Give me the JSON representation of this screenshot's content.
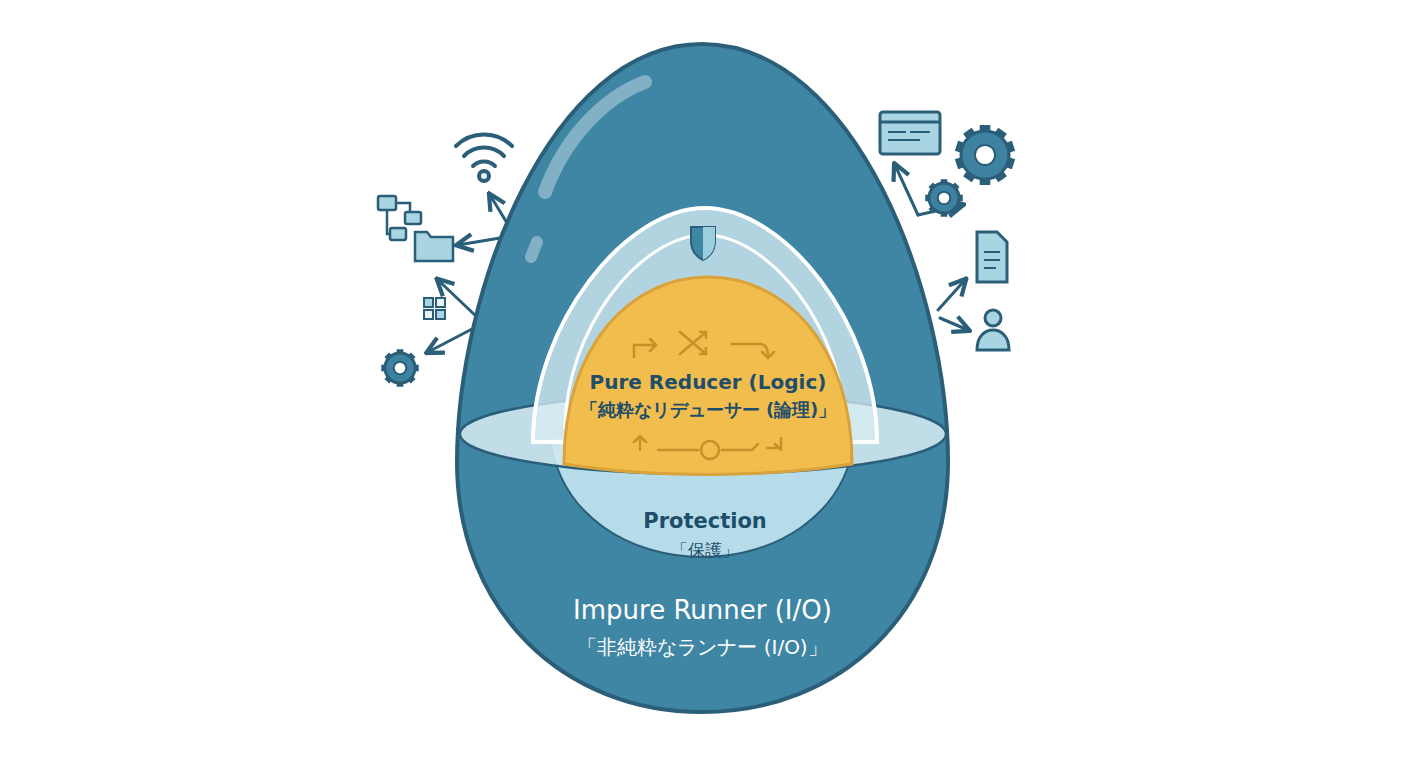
{
  "diagram": {
    "nodes": [
      {
        "text": [
          "Impure Runner (I/O)",
          "「非純粋なランナー (I/O)」"
        ]
      },
      {
        "text": [
          "Protection",
          "「保護」"
        ],
        "in": 0
      },
      {
        "text": [
          "Pure Reducer (Logic)",
          "「純粋なリデューサー (論理)」"
        ],
        "in": 1
      }
    ]
  }
}
